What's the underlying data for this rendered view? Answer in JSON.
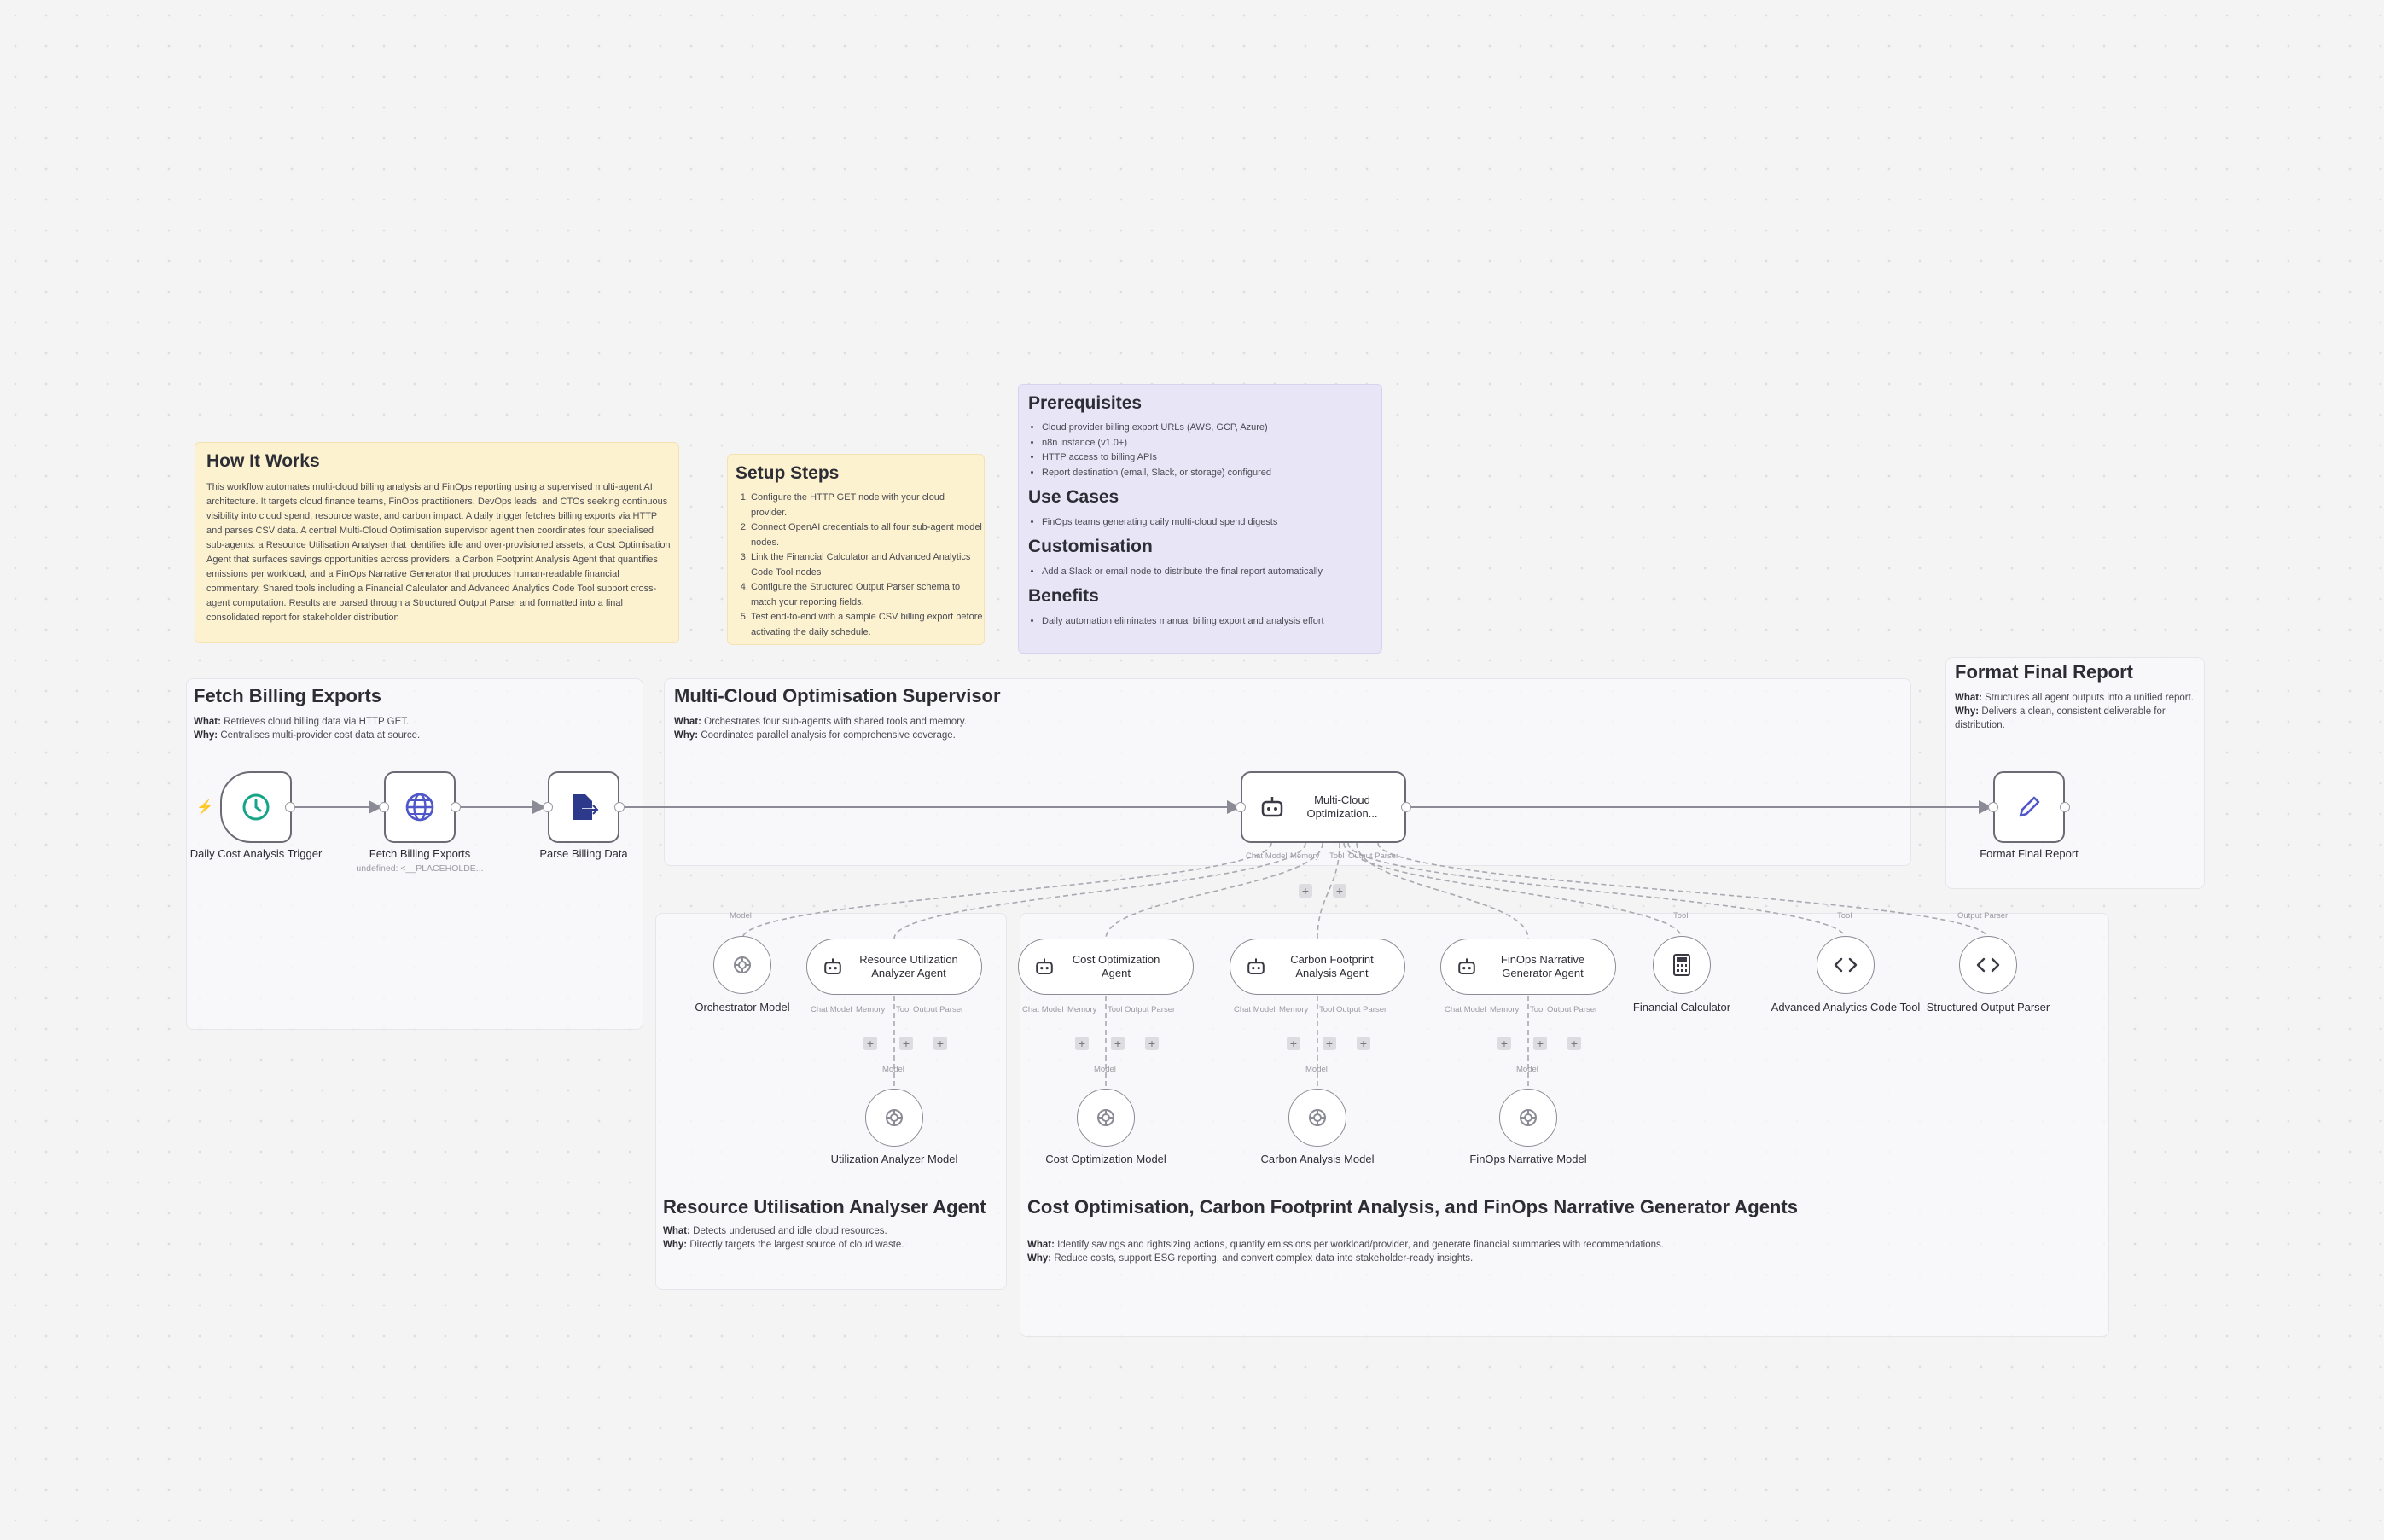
{
  "colors": {
    "canvas": "#f4f4f5",
    "sticky_yellow": "#fdf2d0",
    "sticky_purple": "#e8e5f7",
    "trigger_icon": "#17a589",
    "globe_icon": "#4f56c8",
    "doc_icon": "#2d3a8c",
    "pencil_icon": "#4f56c8"
  },
  "notes": {
    "how": {
      "title": "How It Works",
      "body": "This workflow automates multi-cloud billing analysis and FinOps reporting using a supervised multi-agent AI architecture. It targets cloud finance teams, FinOps practitioners, DevOps leads, and CTOs seeking continuous visibility into cloud spend, resource waste, and carbon impact. A daily trigger fetches billing exports via HTTP and parses CSV data. A central Multi-Cloud Optimisation supervisor agent then coordinates four specialised sub-agents: a Resource Utilisation Analyser that identifies idle and over-provisioned assets, a Cost Optimisation Agent that surfaces savings opportunities across providers, a Carbon Footprint Analysis Agent that quantifies emissions per workload, and a FinOps Narrative Generator that produces human-readable financial commentary. Shared tools including a Financial Calculator and Advanced Analytics Code Tool support cross-agent computation. Results are parsed through a Structured Output Parser and formatted into a final consolidated report for stakeholder distribution"
    },
    "setup": {
      "title": "Setup Steps",
      "items": [
        "Configure the HTTP GET node with your cloud provider.",
        "Connect OpenAI credentials to all four sub-agent model nodes.",
        "Link the Financial Calculator and Advanced Analytics Code Tool nodes",
        "Configure the Structured Output Parser schema to match your reporting fields.",
        "Test end-to-end with a sample CSV billing export before activating the daily schedule."
      ]
    },
    "prereq": {
      "title": "Prerequisites",
      "items": [
        "Cloud provider billing export URLs (AWS, GCP, Azure)",
        "n8n instance (v1.0+)",
        "HTTP access to billing APIs",
        "Report destination (email, Slack, or storage) configured"
      ],
      "use_title": "Use Cases",
      "use_items": [
        "FinOps teams generating daily multi-cloud spend digests"
      ],
      "custom_title": "Customisation",
      "custom_items": [
        "Add a Slack or email node to distribute the final report automatically"
      ],
      "benefits_title": "Benefits",
      "benefits_items": [
        "Daily automation eliminates manual billing export and analysis effort"
      ]
    }
  },
  "groups": {
    "fetch": {
      "title": "Fetch Billing Exports",
      "what_label": "What:",
      "what": "Retrieves cloud billing data via HTTP GET.",
      "why_label": "Why:",
      "why": "Centralises multi-provider cost data at source."
    },
    "supervisor": {
      "title": "Multi-Cloud Optimisation Supervisor",
      "what_label": "What:",
      "what": "Orchestrates four sub-agents with shared tools and memory.",
      "why_label": "Why:",
      "why": "Coordinates parallel analysis for comprehensive coverage."
    },
    "format": {
      "title": "Format Final Report",
      "what_label": "What:",
      "what": "Structures all agent outputs into a unified report.",
      "why_label": "Why:",
      "why": "Delivers a clean, consistent deliverable for distribution."
    },
    "resource": {
      "title": "Resource Utilisation Analyser Agent",
      "what_label": "What:",
      "what": "Detects underused and idle cloud resources.",
      "why_label": "Why:",
      "why": "Directly targets the largest source of cloud waste."
    },
    "cost": {
      "title": "Cost Optimisation, Carbon Footprint Analysis, and FinOps Narrative Generator Agents",
      "what_label": "What:",
      "what": "Identify savings and rightsizing actions, quantify emissions per workload/provider, and generate financial summaries with recommendations.",
      "why_label": "Why:",
      "why": "Reduce costs, support ESG reporting, and convert complex data into stakeholder-ready insights."
    }
  },
  "nodes": {
    "trigger": {
      "label": "Daily Cost Analysis Trigger",
      "icon": "clock-icon"
    },
    "fetch": {
      "label": "Fetch Billing Exports",
      "sublabel": "undefined: <__PLACEHOLDE...",
      "icon": "globe-icon"
    },
    "parse": {
      "label": "Parse Billing Data",
      "icon": "document-arrow-icon"
    },
    "supervisor": {
      "label": "Multi-Cloud Optimization...",
      "icon": "robot-icon"
    },
    "format": {
      "label": "Format Final Report",
      "icon": "pencil-icon"
    },
    "orch_model": {
      "label": "Orchestrator Model",
      "icon": "openai-icon"
    },
    "resource_agent": {
      "label": "Resource Utilization Analyzer Agent",
      "icon": "robot-icon"
    },
    "cost_agent": {
      "label": "Cost Optimization Agent",
      "icon": "robot-icon"
    },
    "carbon_agent": {
      "label": "Carbon Footprint Analysis Agent",
      "icon": "robot-icon"
    },
    "narrative_agent": {
      "label": "FinOps Narrative Generator Agent",
      "icon": "robot-icon"
    },
    "fin_calc": {
      "label": "Financial Calculator",
      "icon": "calculator-icon"
    },
    "code_tool": {
      "label": "Advanced Analytics Code Tool",
      "icon": "code-icon"
    },
    "parser": {
      "label": "Structured Output Parser",
      "icon": "code-icon"
    },
    "util_model": {
      "label": "Utilization Analyzer Model",
      "icon": "openai-icon"
    },
    "cost_model": {
      "label": "Cost Optimization Model",
      "icon": "openai-icon"
    },
    "carbon_model": {
      "label": "Carbon Analysis Model",
      "icon": "openai-icon"
    },
    "narrative_model": {
      "label": "FinOps Narrative Model",
      "icon": "openai-icon"
    }
  },
  "ports": {
    "chat_model": "Chat Model",
    "memory": "Memory",
    "tool": "Tool",
    "output_parser": "Output Parser",
    "model": "Model",
    "plus": "+"
  }
}
